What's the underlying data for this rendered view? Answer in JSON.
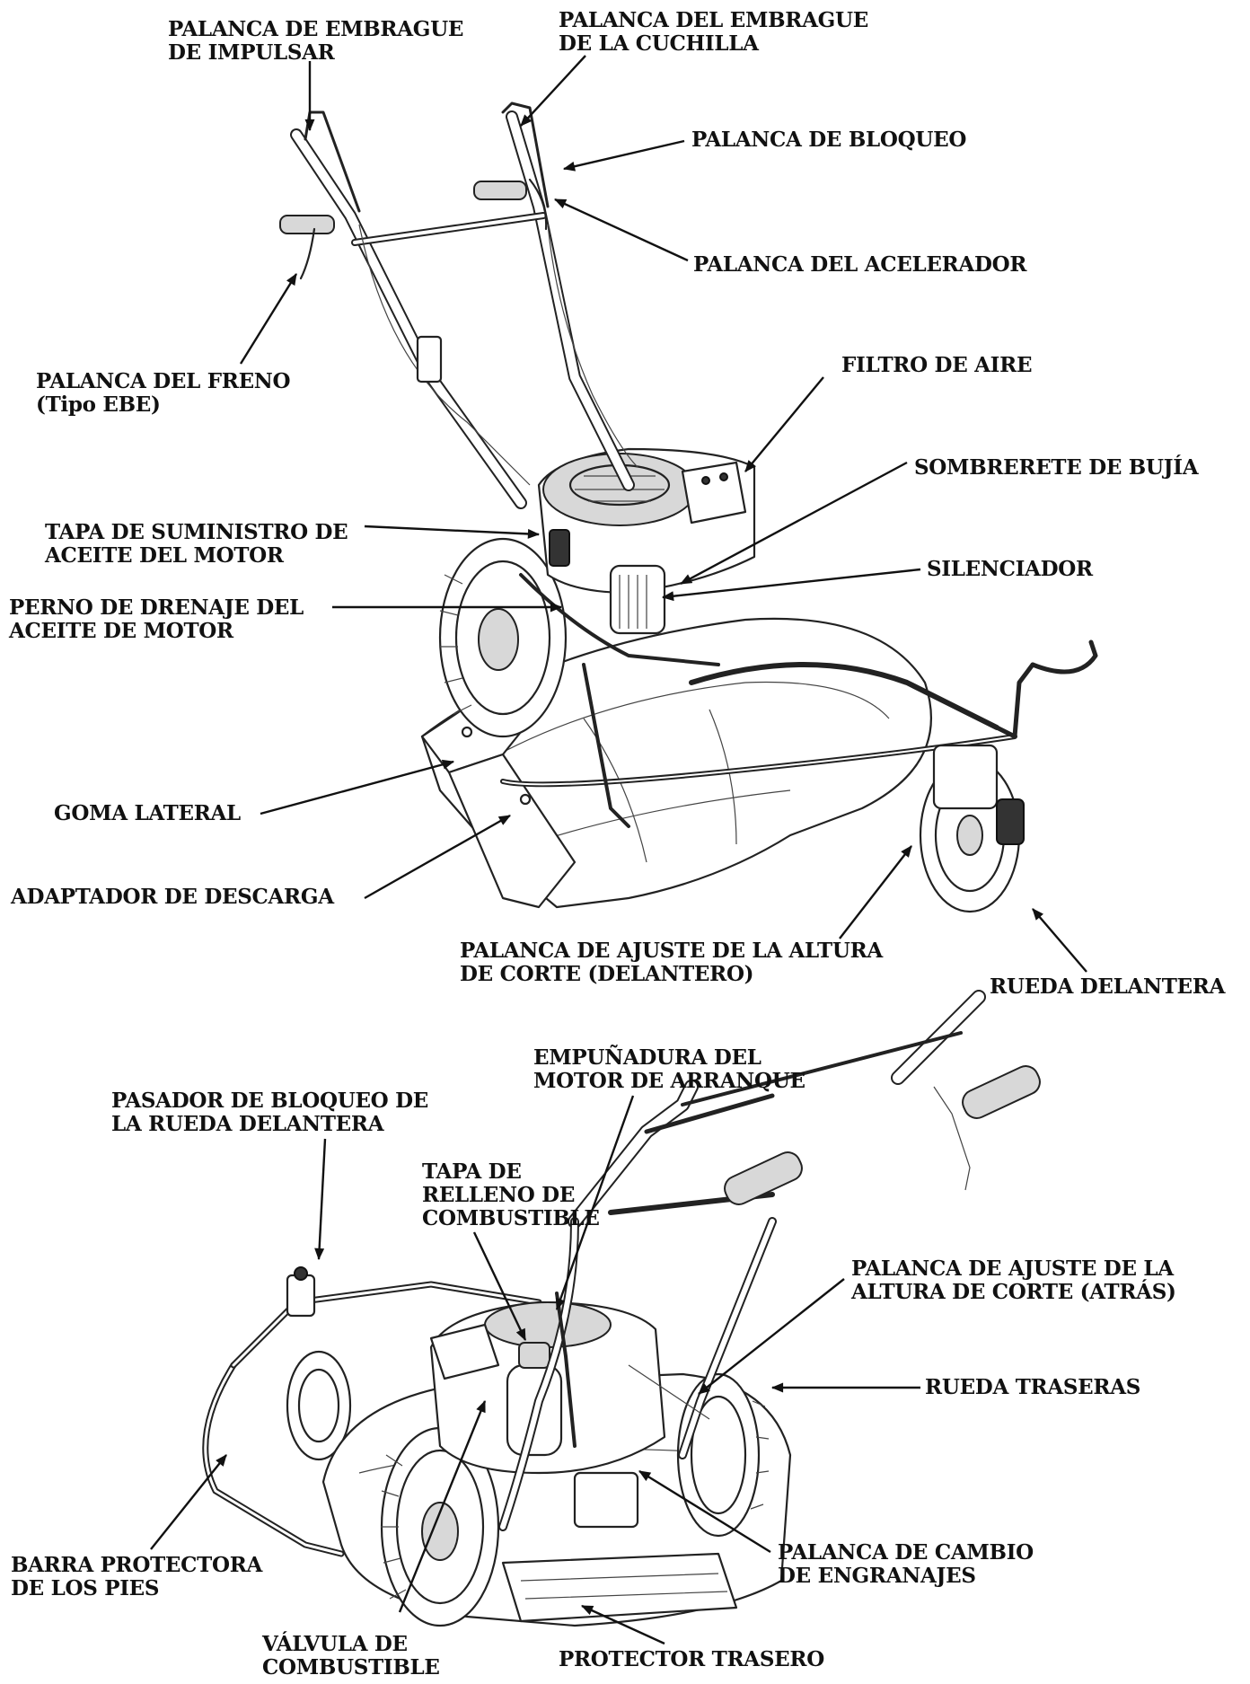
{
  "labels": {
    "drive_clutch_lever": [
      "PALANCA DE EMBRAGUE",
      "DE IMPULSAR"
    ],
    "blade_clutch_lever": [
      "PALANCA DEL EMBRAGUE",
      "DE LA CUCHILLA"
    ],
    "lock_lever": [
      "PALANCA DE BLOQUEO"
    ],
    "throttle_lever": [
      "PALANCA DEL ACELERADOR"
    ],
    "brake_lever": [
      "PALANCA DEL FRENO",
      "(Tipo EBE)"
    ],
    "air_filter": [
      "FILTRO DE AIRE"
    ],
    "spark_plug_cap": [
      "SOMBRERETE DE BUJÍA"
    ],
    "oil_filler_cap": [
      "TAPA DE SUMINISTRO DE",
      "ACEITE DEL MOTOR"
    ],
    "muffler": [
      "SILENCIADOR"
    ],
    "oil_drain_bolt": [
      "PERNO DE DRENAJE DEL",
      "ACEITE DE MOTOR"
    ],
    "side_rubber": [
      "GOMA LATERAL"
    ],
    "discharge_adapter": [
      "ADAPTADOR DE DESCARGA"
    ],
    "front_height_lever": [
      "PALANCA DE AJUSTE DE LA ALTURA",
      "DE CORTE (DELANTERO)"
    ],
    "front_wheel": [
      "RUEDA DELANTERA"
    ],
    "starter_grip": [
      "EMPUÑADURA DEL",
      "MOTOR DE ARRANQUE"
    ],
    "front_wheel_lock_pin": [
      "PASADOR DE BLOQUEO DE",
      "LA RUEDA DELANTERA"
    ],
    "fuel_fill_cap": [
      "TAPA DE",
      "RELLENO DE",
      "COMBUSTIBLE"
    ],
    "rear_height_lever": [
      "PALANCA DE AJUSTE DE LA",
      "ALTURA DE CORTE (ATRÁS)"
    ],
    "rear_wheels": [
      "RUEDA TRASERAS"
    ],
    "foot_guard_bar": [
      "BARRA PROTECTORA",
      "DE LOS PIES"
    ],
    "gear_shift_lever": [
      "PALANCA DE CAMBIO",
      "DE ENGRANAJES"
    ],
    "fuel_valve": [
      "VÁLVULA DE",
      "COMBUSTIBLE"
    ],
    "rear_guard": [
      "PROTECTOR TRASERO"
    ]
  }
}
